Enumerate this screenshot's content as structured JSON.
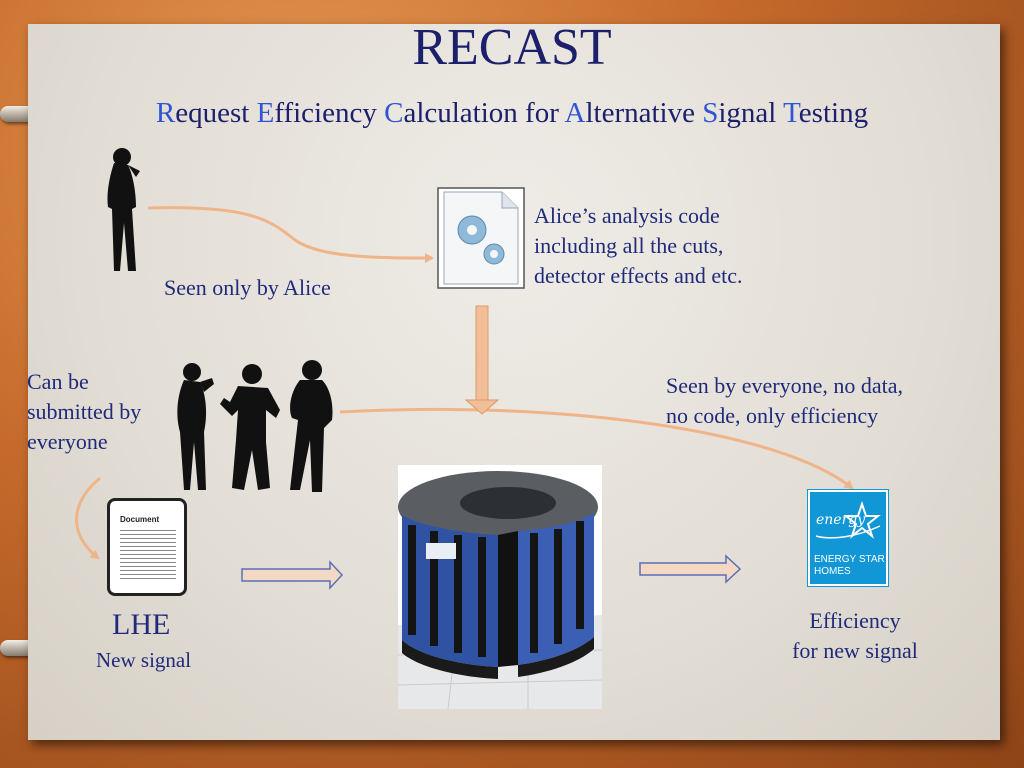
{
  "slide": {
    "title": "RECAST",
    "subtitle": [
      {
        "cap": "R",
        "rest": "equest "
      },
      {
        "cap": "E",
        "rest": "fficiency "
      },
      {
        "cap": "C",
        "rest": "alculation for "
      },
      {
        "cap": "A",
        "rest": "lternative "
      },
      {
        "cap": "S",
        "rest": "ignal "
      },
      {
        "cap": "T",
        "rest": "esting"
      }
    ],
    "seen_only_alice": "Seen only by Alice",
    "alice_code": [
      "Alice’s analysis code",
      "including all the cuts,",
      "detector effects and etc."
    ],
    "can_be": [
      "Can be",
      "submitted by",
      "everyone"
    ],
    "seen_everyone": [
      "Seen by everyone, no data,",
      "no code, only efficiency"
    ],
    "lhe_label": "LHE",
    "new_signal": "New signal",
    "efficiency": [
      "Efficiency",
      "for new signal"
    ],
    "document_title": "Document",
    "energy_star": {
      "script": "energy",
      "line1": "ENERGY STAR",
      "line2": "HOMES"
    },
    "colors": {
      "title": "#1c1f6b",
      "caps": "#2f55d4",
      "arrow": "#f2b88c",
      "energy_blue": "#1196d6"
    }
  }
}
